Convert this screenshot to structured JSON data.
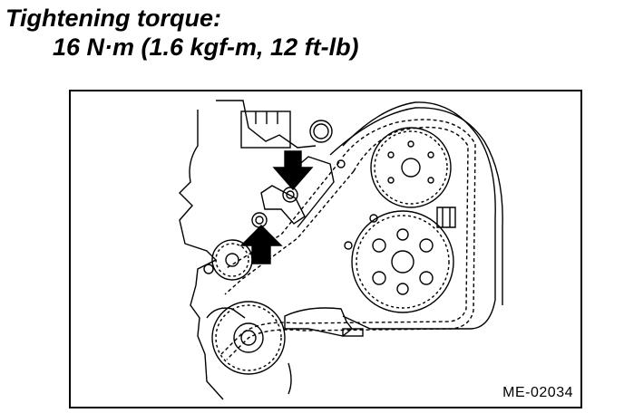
{
  "heading": {
    "line1": "Tightening torque:",
    "line2": "16 N·m (1.6 kgf-m, 12 ft-lb)"
  },
  "figure": {
    "code": "ME-02034",
    "icons": [
      "arrow-down-icon",
      "arrow-up-icon"
    ]
  }
}
